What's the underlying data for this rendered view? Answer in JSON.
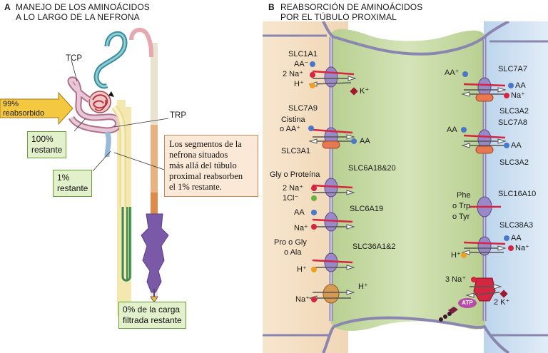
{
  "panel_a": {
    "letter": "A",
    "title_line1": "MANEJO DE LOS AMINOÁCIDOS",
    "title_line2": "A LO LARGO DE LA NEFRONA",
    "label_tcp": "TCP",
    "label_trp": "TRP",
    "arrow_line1": "99%",
    "arrow_line2": "reabsorbido",
    "box_100_line1": "100%",
    "box_100_line2": "restante",
    "box_1_line1": "1%",
    "box_1_line2": "restante",
    "note_lines": [
      "Los segmentos de la",
      "nefrona situados",
      "más allá del túbulo",
      "proximal reabsorben",
      "el 1% restante."
    ],
    "box_0_line1": "0% de la carga",
    "box_0_line2": "filtrada restante"
  },
  "panel_b": {
    "letter": "B",
    "title_line1": "REABSORCIÓN DE AMINOÁCIDOS",
    "title_line2": "POR EL TÚBULO PROXIMAL",
    "left_transporters": [
      {
        "name": "SLC1A1",
        "substrates": [
          "AA⁻",
          "2 Na⁺",
          "H⁺"
        ],
        "out": "K⁺"
      },
      {
        "name": "SLC7A9",
        "substrates": [
          "Cistina",
          "o AA⁺"
        ],
        "out": "AA",
        "partner": "SLC3A1"
      },
      {
        "name": "SLC6A18&20",
        "substrates": [
          "Gly o Proteína",
          "2 Na⁺",
          "1Cl⁻"
        ]
      },
      {
        "name": "SLC6A19",
        "substrates": [
          "AA",
          "Na⁺"
        ]
      },
      {
        "name": "SLC36A1&2",
        "substrates": [
          "Pro o Gly",
          "o Ala",
          "H⁺"
        ]
      },
      {
        "name": "",
        "substrates": [
          "Na⁺"
        ],
        "out": "H⁺"
      }
    ],
    "right_transporters": [
      {
        "name": "SLC7A7",
        "left": "AA⁺",
        "right": [
          "AA",
          "Na⁺"
        ],
        "partner": "SLC3A2"
      },
      {
        "name": "SLC7A8",
        "left": "AA",
        "right": [
          "AA"
        ],
        "partner": "SLC3A2"
      },
      {
        "name": "SLC16A10",
        "left_lines": [
          "Phe",
          "o Trp",
          "o Tyr"
        ]
      },
      {
        "name": "SLC38A3",
        "right": [
          "AA",
          "Na⁺"
        ],
        "left": "H⁺"
      },
      {
        "name": "",
        "left": "3 Na⁺",
        "right": [
          "2 K⁺"
        ],
        "atp": "ATP"
      }
    ]
  },
  "colors": {
    "green_box": "#e3f0cc",
    "note_box": "#fbe8d6",
    "arrow_yellow": "#f5c842",
    "cell_green": "#c9dba8",
    "lumen_tan": "#f4dcbf",
    "blood_blue": "#cfe0f2",
    "membrane": "#8a86b0",
    "dot_blue": "#4a78c8",
    "dot_red": "#d42640",
    "dot_orange": "#f0a020",
    "dot_green": "#6ab040"
  }
}
